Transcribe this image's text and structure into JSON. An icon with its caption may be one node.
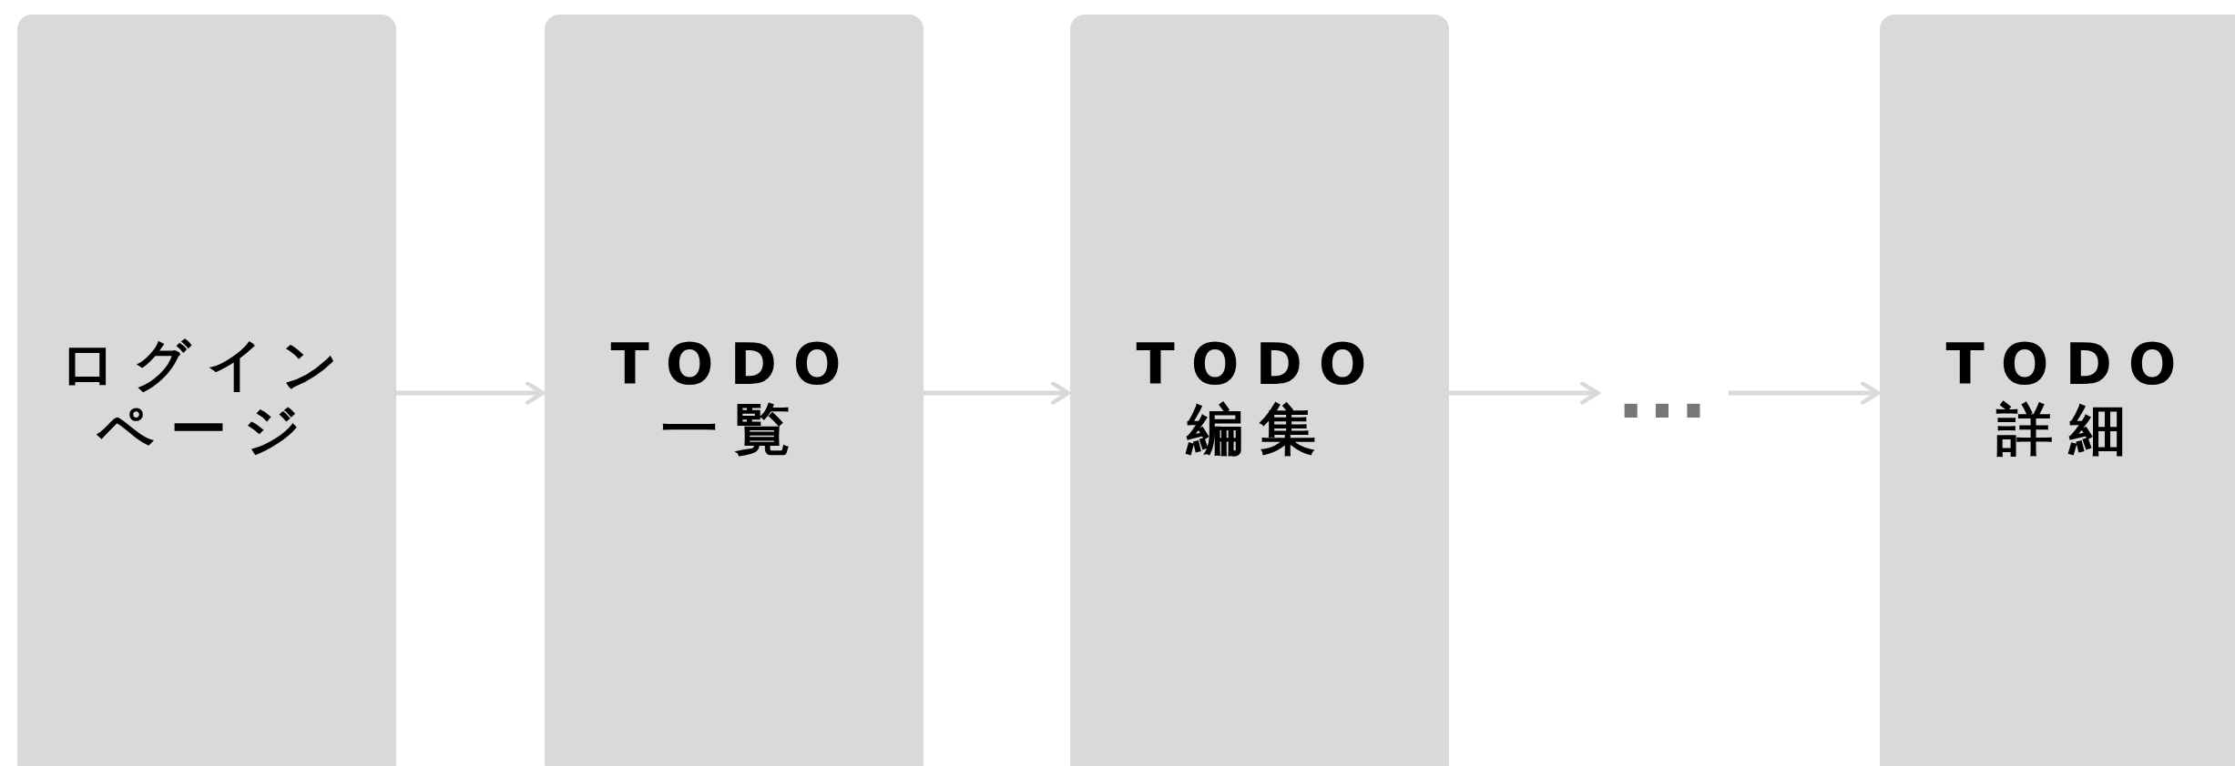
{
  "diagram": {
    "nodes": [
      {
        "text": [
          "ログインページ"
        ]
      },
      {
        "text": [
          "TODO 一覧"
        ]
      },
      {
        "text": [
          "TODO 編集"
        ]
      },
      {
        "text": [
          "..."
        ]
      },
      {
        "text": [
          "TODO 詳細"
        ]
      }
    ],
    "edges": [
      {
        "from": 0,
        "to": 1,
        "arrow": "to"
      },
      {
        "from": 1,
        "to": 2,
        "arrow": "to"
      },
      {
        "from": 2,
        "to": 3,
        "arrow": "to"
      },
      {
        "from": 3,
        "to": 4,
        "arrow": "to"
      }
    ]
  }
}
